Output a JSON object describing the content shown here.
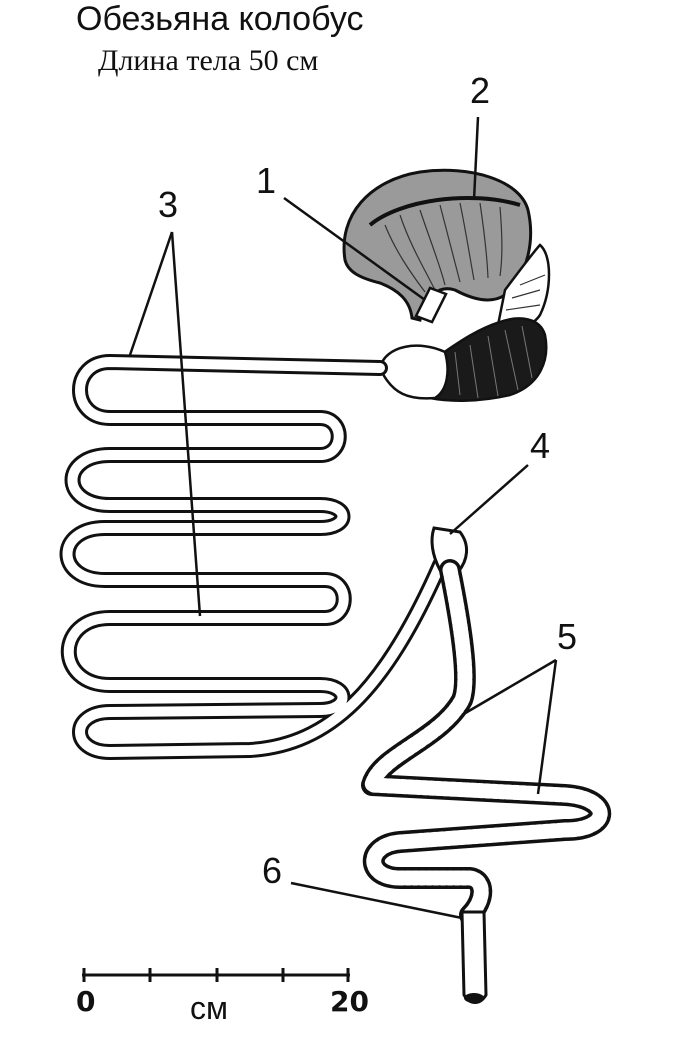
{
  "header": {
    "title": "Обезьяна колобус",
    "subtitle": "Длина тела 50 см"
  },
  "labels": [
    "1",
    "2",
    "3",
    "4",
    "5",
    "6"
  ],
  "scale_bar": {
    "start": "0",
    "end": "20",
    "unit": "см"
  },
  "colors": {
    "stomach_fill": "#9a9a9a",
    "dark_section": "#1a1a1a",
    "outline": "#111111"
  }
}
